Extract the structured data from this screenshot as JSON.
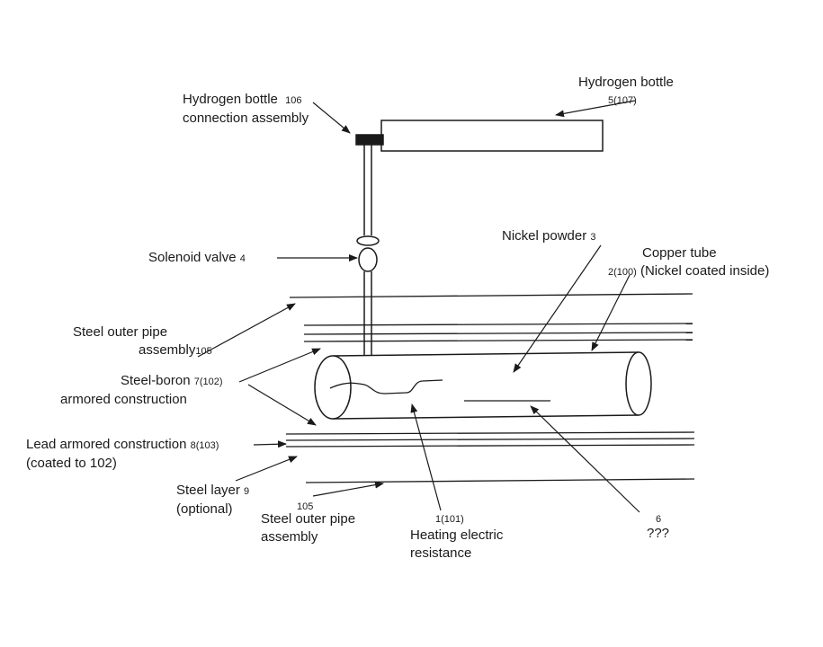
{
  "labels": {
    "hydrogen_bottle": "Hydrogen bottle",
    "hydrogen_bottle_num": "5(107)",
    "connection_line1": "Hydrogen bottle",
    "connection_num": "106",
    "connection_line2": "connection assembly",
    "solenoid": "Solenoid valve",
    "solenoid_num": "4",
    "nickel_powder": "Nickel powder",
    "nickel_powder_num": "3",
    "copper_tube_line1": "Copper tube",
    "copper_tube_num": "2(100)",
    "copper_tube_line2": "(Nickel coated inside)",
    "steel_outer_line1": "Steel outer pipe",
    "steel_outer_line2": "assembly",
    "steel_outer_num": "105",
    "steel_boron_line1": "Steel-boron",
    "steel_boron_num": "7(102)",
    "steel_boron_line2": "armored construction",
    "lead_line1": "Lead armored construction",
    "lead_num": "8(103)",
    "lead_line2": "(coated to 102)",
    "steel_layer_line1": "Steel layer",
    "steel_layer_num": "9",
    "steel_layer_line2": "(optional)",
    "steel_outer_bottom_num": "105",
    "steel_outer_bottom_line1": "Steel outer pipe",
    "steel_outer_bottom_line2": "assembly",
    "heating_num": "1(101)",
    "heating_line1": "Heating electric",
    "heating_line2": "resistance",
    "unknown_num": "6",
    "unknown_text": "???"
  },
  "colors": {
    "ink": "#1a1a1a",
    "background": "#ffffff"
  }
}
